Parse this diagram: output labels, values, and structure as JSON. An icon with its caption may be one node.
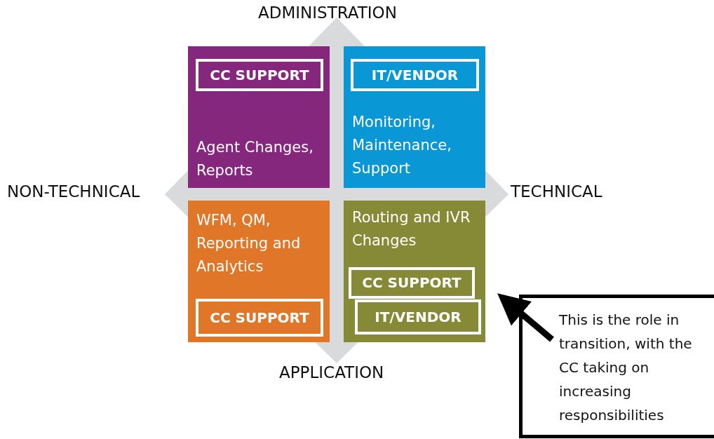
{
  "diagram": {
    "nodes": [
      {
        "text": [
          "Agent Changes, Reports"
        ]
      },
      {
        "text": [
          "CC SUPPORT"
        ],
        "in": 0
      },
      {
        "text": [
          "Monitoring, Maintenance, Support"
        ]
      },
      {
        "text": [
          "IT/VENDOR"
        ],
        "in": 2
      },
      {
        "text": [
          "WFM, QM, Reporting and Analytics"
        ]
      },
      {
        "text": [
          "CC SUPPORT"
        ],
        "in": 4
      },
      {
        "text": [
          "Routing and IVR Changes"
        ]
      },
      {
        "text": [
          "CC SUPPORT"
        ],
        "in": 6
      },
      {
        "text": [
          "IT/VENDOR"
        ],
        "in": 6
      },
      {
        "text": [
          "This is the role in transition, with the CC taking on increasing responsibilities"
        ]
      }
    ],
    "edges": [
      {
        "from": 9,
        "to": 6,
        "arrow": "to"
      }
    ],
    "labels": [
      "ADMINISTRATION",
      "NON-TECHNICAL",
      "TECHNICAL",
      "APPLICATION"
    ]
  }
}
